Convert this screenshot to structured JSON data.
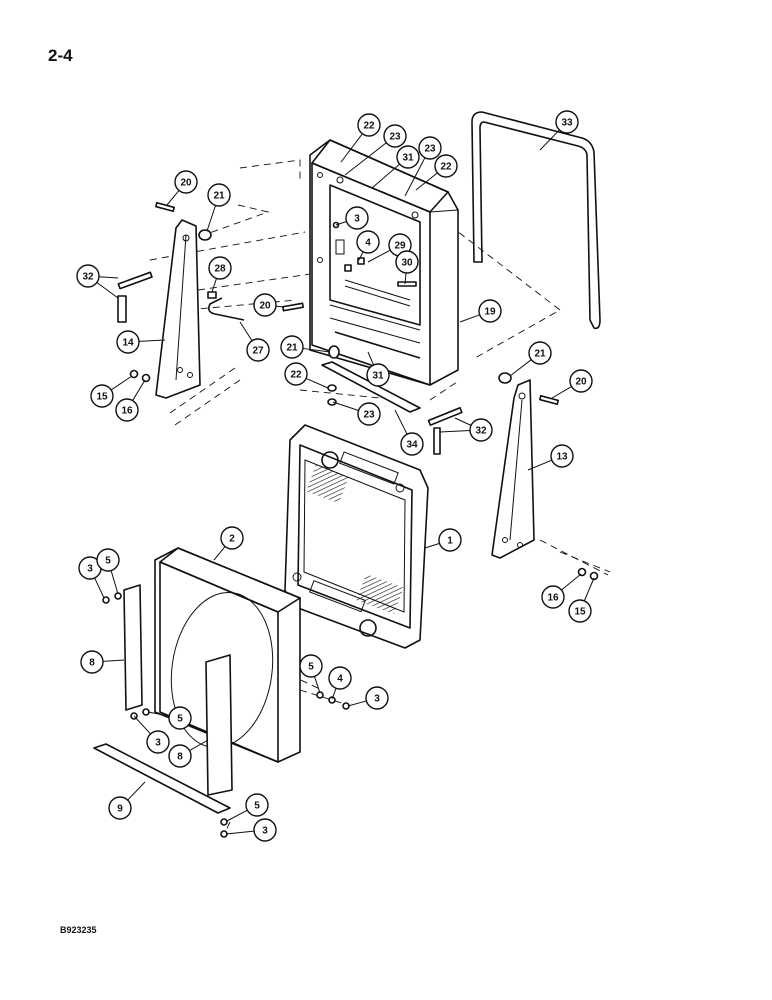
{
  "page": {
    "number": "2-4",
    "drawing_code": "B923235"
  },
  "callouts": [
    "1",
    "2",
    "3",
    "3",
    "3",
    "3",
    "3",
    "4",
    "4",
    "5",
    "5",
    "5",
    "5",
    "8",
    "8",
    "9",
    "13",
    "14",
    "15",
    "15",
    "16",
    "16",
    "19",
    "20",
    "20",
    "20",
    "21",
    "21",
    "21",
    "22",
    "22",
    "22",
    "23",
    "23",
    "23",
    "27",
    "28",
    "29",
    "30",
    "31",
    "31",
    "32",
    "32",
    "33",
    "34"
  ]
}
